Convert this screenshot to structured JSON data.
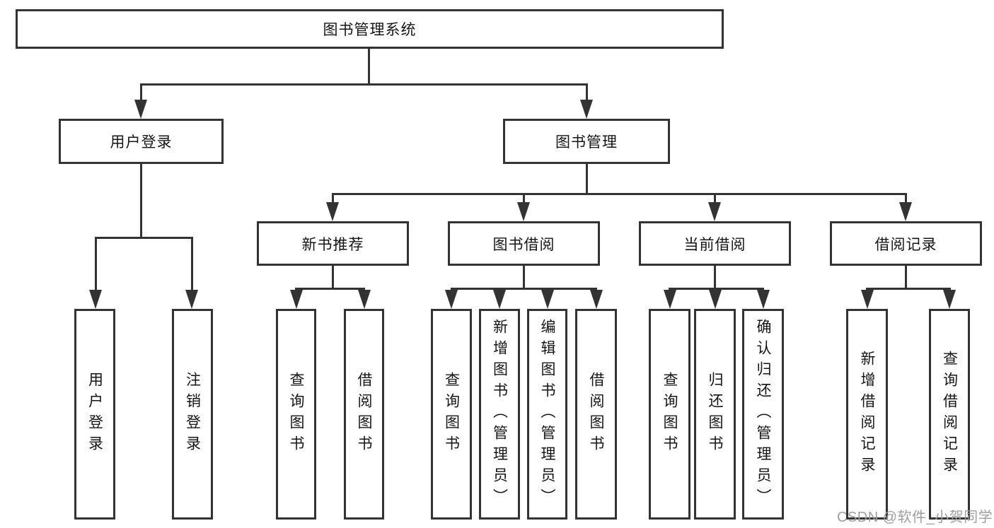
{
  "diagram": {
    "root": "图书管理系统",
    "level2": [
      "用户登录",
      "图书管理"
    ],
    "level3": [
      "新书推荐",
      "图书借阅",
      "当前借阅",
      "借阅记录"
    ],
    "leaves": {
      "login": [
        "用户登录",
        "注销登录"
      ],
      "newbooks": [
        "查询图书",
        "借阅图书"
      ],
      "borrow": [
        "查询图书",
        "新增图书（管理员）",
        "编辑图书（管理员）",
        "借阅图书"
      ],
      "current": [
        "查询图书",
        "归还图书",
        "确认归还（管理员）"
      ],
      "records": [
        "新增借阅记录",
        "查询借阅记录"
      ]
    }
  },
  "watermark": "CSDN @软件_小贺同学",
  "colors": {
    "line": "#333333",
    "text": "#151515",
    "watermark": "#9e9e9e",
    "background": "#ffffff"
  }
}
